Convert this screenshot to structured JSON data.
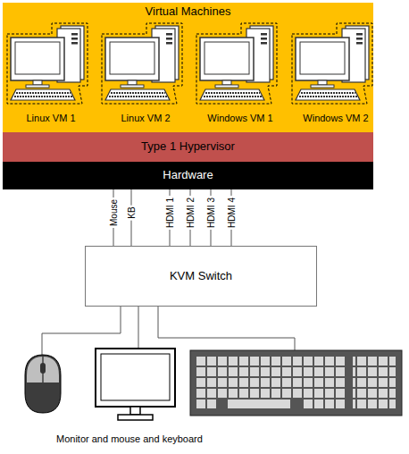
{
  "diagram": {
    "nodes": [
      {
        "text": [
          "Virtual Machines"
        ]
      },
      {
        "text": [
          "Linux VM 1"
        ],
        "in": 0
      },
      {
        "text": [
          "Linux VM 2"
        ],
        "in": 0
      },
      {
        "text": [
          "Windows VM 1"
        ],
        "in": 0
      },
      {
        "text": [
          "Windows VM 2"
        ],
        "in": 0
      },
      {
        "text": [
          "Type 1 Hypervisor"
        ]
      },
      {
        "text": [
          "Hardware"
        ]
      },
      {
        "text": [
          "KVM Switch"
        ]
      }
    ],
    "edges": [
      {
        "from": 6,
        "to": 7,
        "label": "Mouse",
        "arrow": "none"
      },
      {
        "from": 6,
        "to": 7,
        "label": "KB",
        "arrow": "none"
      },
      {
        "from": 6,
        "to": 7,
        "label": "HDMI 1",
        "arrow": "none"
      },
      {
        "from": 6,
        "to": 7,
        "label": "HDMI 2",
        "arrow": "none"
      },
      {
        "from": 6,
        "to": 7,
        "label": "HDMI 3",
        "arrow": "none"
      },
      {
        "from": 6,
        "to": 7,
        "label": "HDMI 4",
        "arrow": "none"
      }
    ],
    "labels": [
      "Monitor and mouse and keyboard"
    ]
  }
}
